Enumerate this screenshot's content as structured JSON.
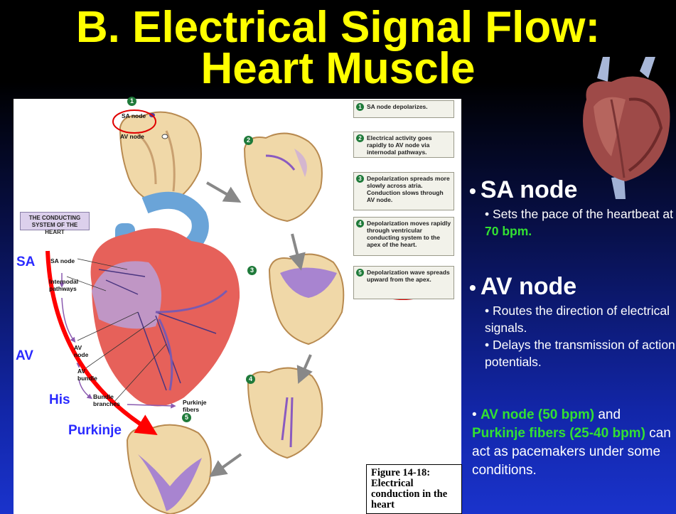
{
  "title": {
    "line1": "B.   Electrical Signal Flow:",
    "line2": "Heart Muscle"
  },
  "figure": {
    "caption": "Figure 14-18: Electrical conduction in the heart",
    "conducting_box": "THE CONDUCTING SYSTEM OF THE HEART",
    "small_labels": {
      "sa_node_top": "SA node",
      "av_node_top": "AV node",
      "sa_node": "SA node",
      "internodal": "Internodal pathways",
      "av_node": "AV node",
      "av_bundle": "AV bundle",
      "bundle_branches": "Bundle branches",
      "purkinje_fibers": "Purkinje fibers"
    },
    "steps": [
      {
        "num": "1",
        "text": "SA node depolarizes."
      },
      {
        "num": "2",
        "text": "Electrical activity goes rapidly to AV node via internodal pathways."
      },
      {
        "num": "3",
        "text": "Depolarization spreads more slowly across atria. Conduction slows through AV node."
      },
      {
        "num": "4",
        "text": "Depolarization moves rapidly through ventricular conducting system to the apex of the heart."
      },
      {
        "num": "5",
        "text": "Depolarization wave spreads upward from the apex."
      }
    ]
  },
  "side_labels": {
    "sa": "SA",
    "av": "AV",
    "his": "His",
    "purkinje": "Purkinje"
  },
  "bullets": {
    "sa_head": "SA node",
    "sa_sub": "Sets the pace of the heartbeat at",
    "sa_rate": "70 bpm.",
    "av_head": "AV node",
    "av_sub1": "Routes the direction of electrical signals.",
    "av_sub2": "Delays the transmission of action potentials.",
    "last_av": "AV node (50 bpm)",
    "last_and": "and",
    "last_purk": "Purkinje fibers (25-40 bpm)",
    "last_rest": "can act as pacemakers under some conditions."
  },
  "colors": {
    "title": "#ffff00",
    "green": "#32e032",
    "label_blue": "#2a2aff",
    "red": "#ff0000"
  }
}
